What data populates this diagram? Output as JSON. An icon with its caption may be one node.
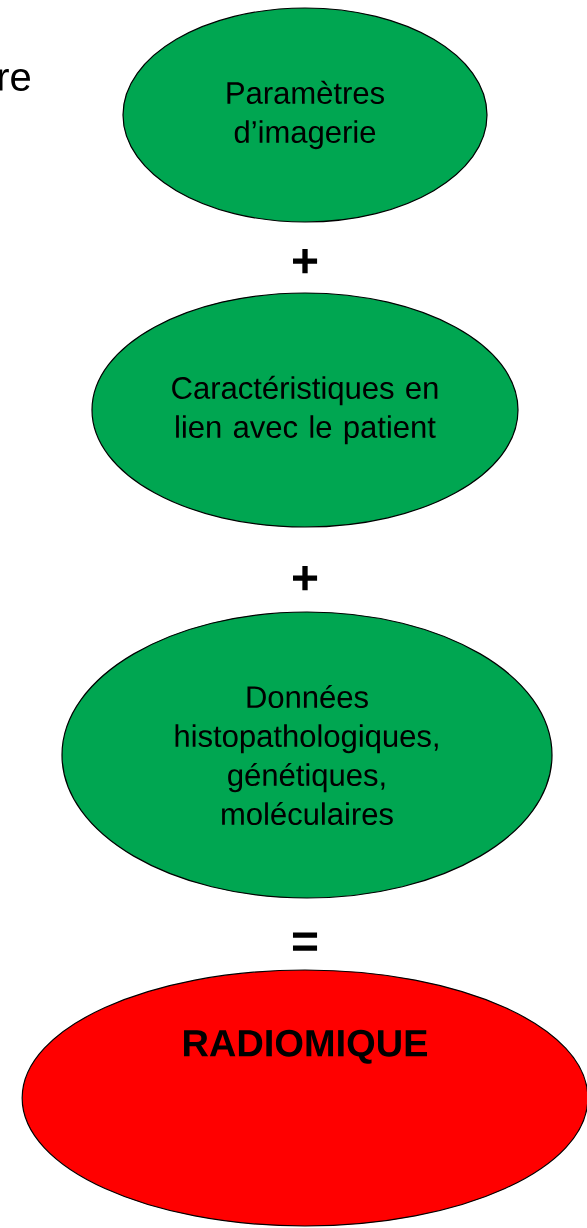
{
  "diagram": {
    "nodes": [
      {
        "text": [
          "Paramètres d’imagerie"
        ]
      },
      {
        "text": [
          "Caractéristiques en lien avec le patient"
        ]
      },
      {
        "text": [
          "Données histopathologiques, génétiques, moléculaires"
        ]
      },
      {
        "text": [
          "RADIOMIQUE"
        ]
      }
    ],
    "labels": [
      "re",
      "+",
      "+",
      "="
    ]
  }
}
